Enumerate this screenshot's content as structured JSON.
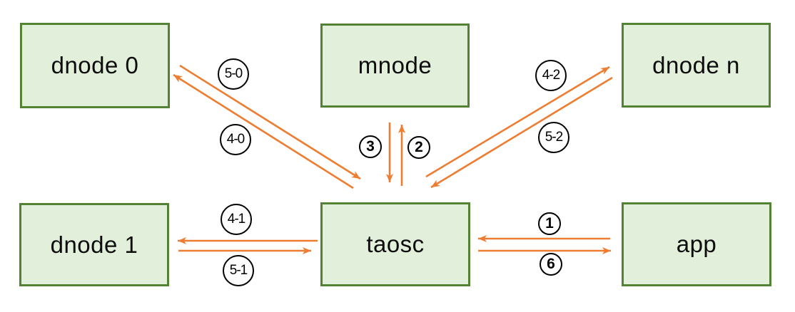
{
  "diagram": {
    "nodes": {
      "dnode0": {
        "label": "dnode 0"
      },
      "mnode": {
        "label": "mnode"
      },
      "dnoden": {
        "label": "dnode n"
      },
      "dnode1": {
        "label": "dnode 1"
      },
      "taosc": {
        "label": "taosc"
      },
      "app": {
        "label": "app"
      }
    },
    "edges": {
      "e1": {
        "label": "1",
        "from": "app",
        "to": "taosc"
      },
      "e2": {
        "label": "2",
        "from": "taosc",
        "to": "mnode"
      },
      "e3": {
        "label": "3",
        "from": "mnode",
        "to": "taosc"
      },
      "e4_0": {
        "label": "4-0",
        "from": "taosc",
        "to": "dnode0"
      },
      "e5_0": {
        "label": "5-0",
        "from": "dnode0",
        "to": "taosc"
      },
      "e4_1": {
        "label": "4-1",
        "from": "taosc",
        "to": "dnode1"
      },
      "e5_1": {
        "label": "5-1",
        "from": "dnode1",
        "to": "taosc"
      },
      "e4_2": {
        "label": "4-2",
        "from": "taosc",
        "to": "dnoden"
      },
      "e5_2": {
        "label": "5-2",
        "from": "dnoden",
        "to": "taosc"
      },
      "e6": {
        "label": "6",
        "from": "taosc",
        "to": "app"
      }
    },
    "colors": {
      "node_fill": "#e2efda",
      "node_border": "#548235",
      "arrow": "#ed7d31",
      "badge_border": "#000000",
      "text": "#0d0d0d"
    }
  }
}
